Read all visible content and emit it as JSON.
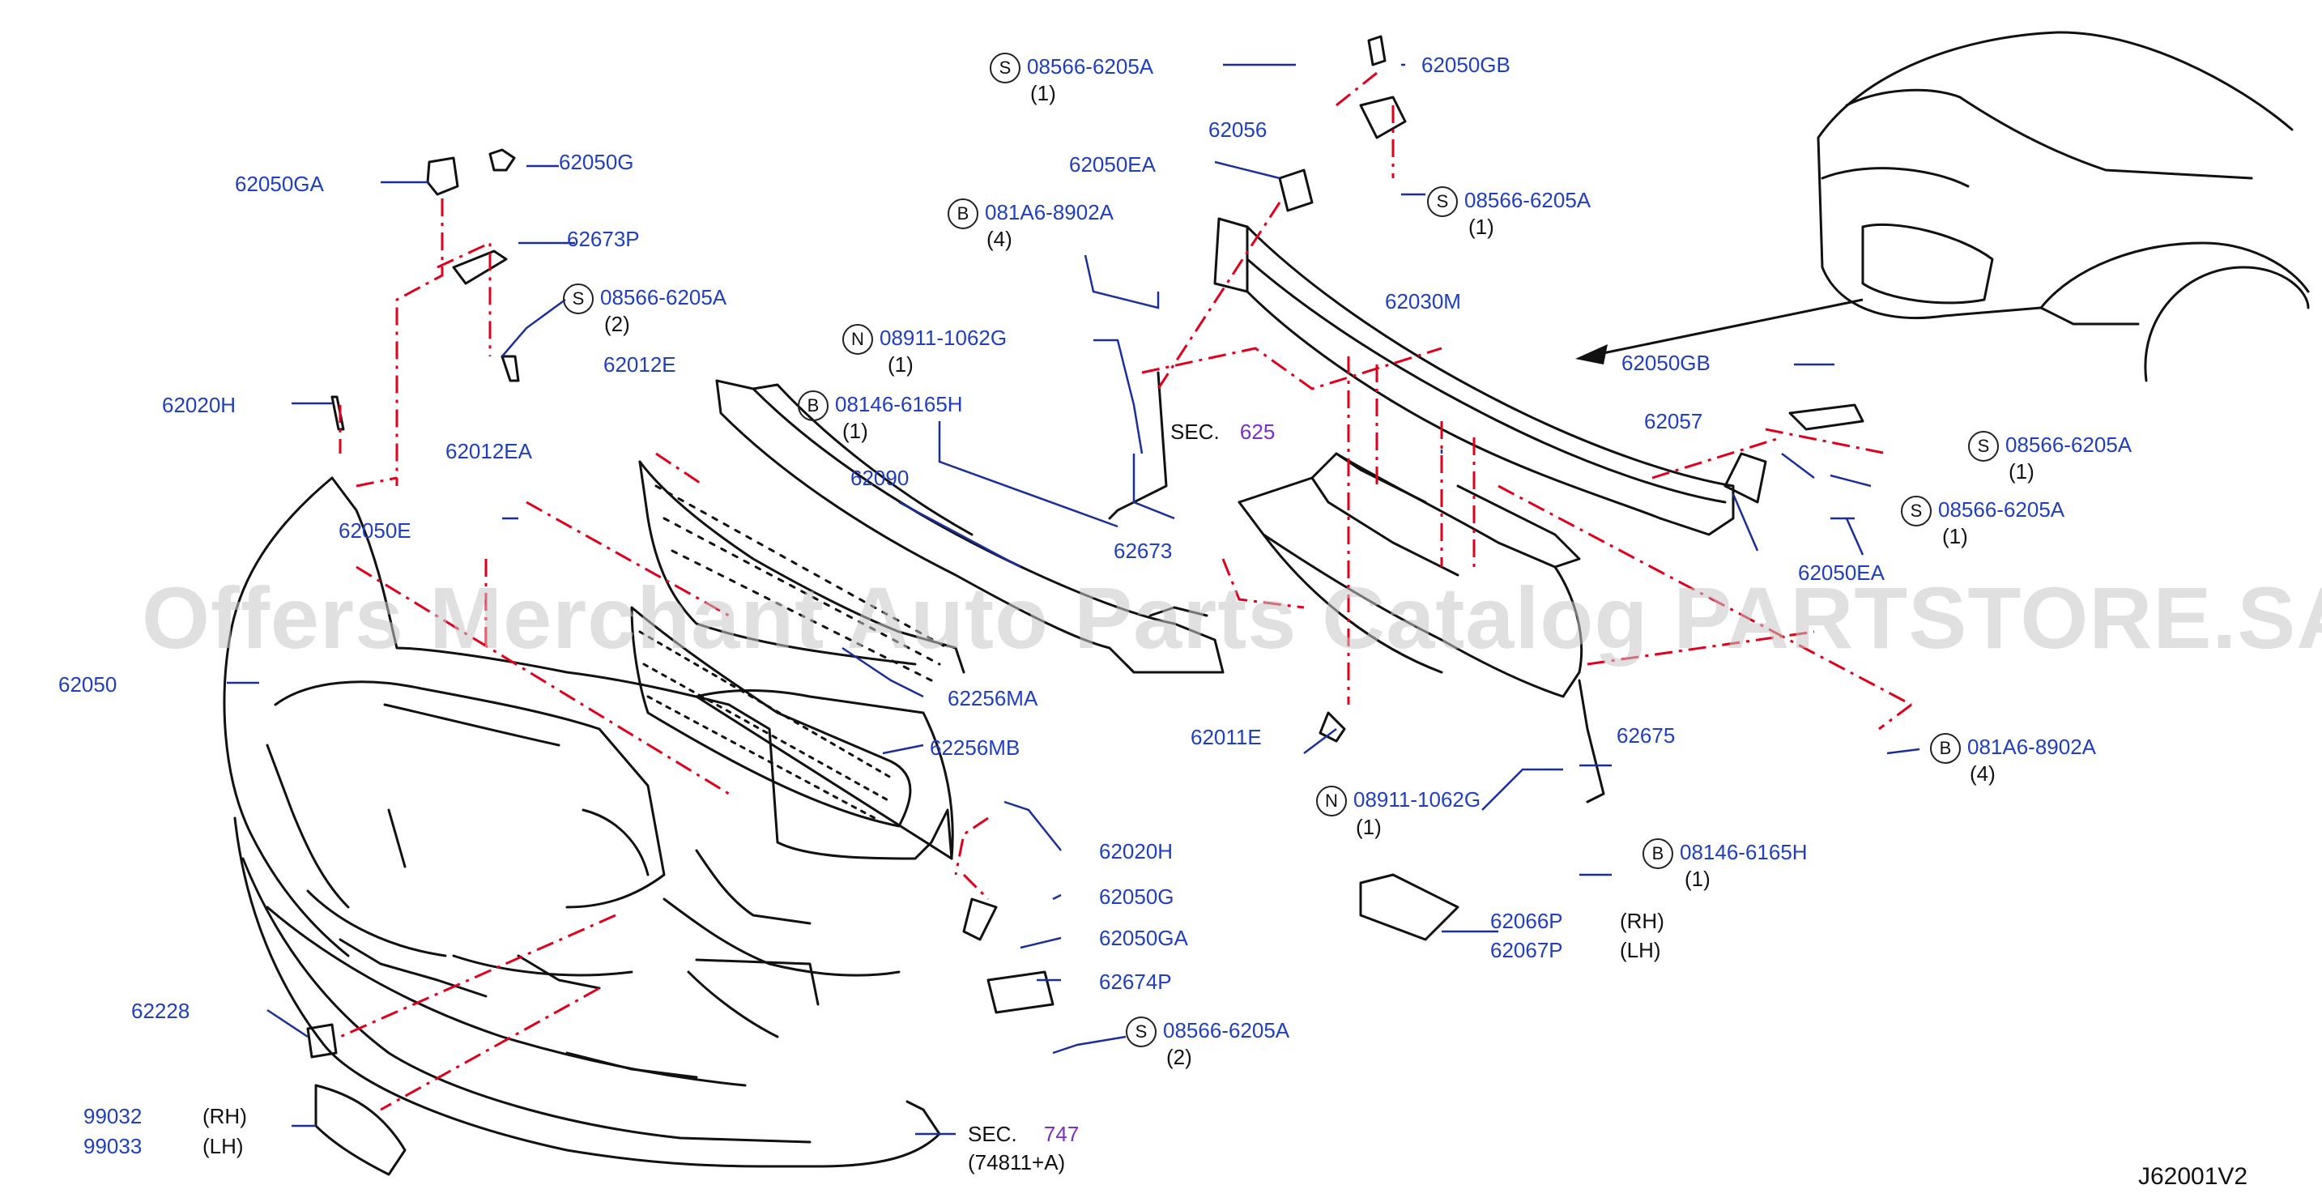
{
  "diagram_code": "J62001V2",
  "watermark": "Offers Merchant Auto Parts Catalog PARTSTORE.SA",
  "colors": {
    "part_number": "#1f3fbf",
    "section_ref": "#7a2fc8",
    "guide_line": "#e0001b",
    "drawing": "#111111"
  },
  "callouts": {
    "c62050GA_l": "62050GA",
    "c62050G_l": "62050G",
    "c62673P": "62673P",
    "s08566_l": {
      "prefix": "S",
      "code": "08566-6205A",
      "qty": "(2)"
    },
    "c62020H_l": "62020H",
    "c62012E": "62012E",
    "c62012EA": "62012EA",
    "c62050E": "62050E",
    "c62050": "62050",
    "c62228": "62228",
    "c99032": "99032",
    "c99032_side": "(RH)",
    "c99033": "99033",
    "c99033_side": "(LH)",
    "s08566_top": {
      "prefix": "S",
      "code": "08566-6205A",
      "qty": "(1)"
    },
    "c62050GB_top": "62050GB",
    "c62056": "62056",
    "c62050EA_top": "62050EA",
    "s08566_mid": {
      "prefix": "S",
      "code": "08566-6205A",
      "qty": "(1)"
    },
    "b081A6_top": {
      "prefix": "B",
      "code": "081A6-8902A",
      "qty": "(4)"
    },
    "c62030M": "62030M",
    "n08911_top": {
      "prefix": "N",
      "code": "08911-1062G",
      "qty": "(1)"
    },
    "b08146_top": {
      "prefix": "B",
      "code": "08146-6165H",
      "qty": "(1)"
    },
    "sec625": {
      "prefix": "SEC.",
      "num": "625"
    },
    "c62090": "62090",
    "c62673": "62673",
    "c62256MA": "62256MA",
    "c62256MB": "62256MB",
    "c62020H_c": "62020H",
    "c62050G_c": "62050G",
    "c62050GA_c": "62050GA",
    "c62674P": "62674P",
    "s08566_c": {
      "prefix": "S",
      "code": "08566-6205A",
      "qty": "(2)"
    },
    "sec747": {
      "prefix": "SEC.",
      "num": "747",
      "sub": "(74811+A)"
    },
    "c62011E": "62011E",
    "n08911_bot": {
      "prefix": "N",
      "code": "08911-1062G",
      "qty": "(1)"
    },
    "c62675": "62675",
    "b08146_bot": {
      "prefix": "B",
      "code": "08146-6165H",
      "qty": "(1)"
    },
    "c62066P": "62066P",
    "c62066P_side": "(RH)",
    "c62067P": "62067P",
    "c62067P_side": "(LH)",
    "c62050GB_r": "62050GB",
    "c62057": "62057",
    "s08566_r1": {
      "prefix": "S",
      "code": "08566-6205A",
      "qty": "(1)"
    },
    "s08566_r2": {
      "prefix": "S",
      "code": "08566-6205A",
      "qty": "(1)"
    },
    "c62050EA_r": "62050EA",
    "b081A6_r": {
      "prefix": "B",
      "code": "081A6-8902A",
      "qty": "(4)"
    }
  }
}
